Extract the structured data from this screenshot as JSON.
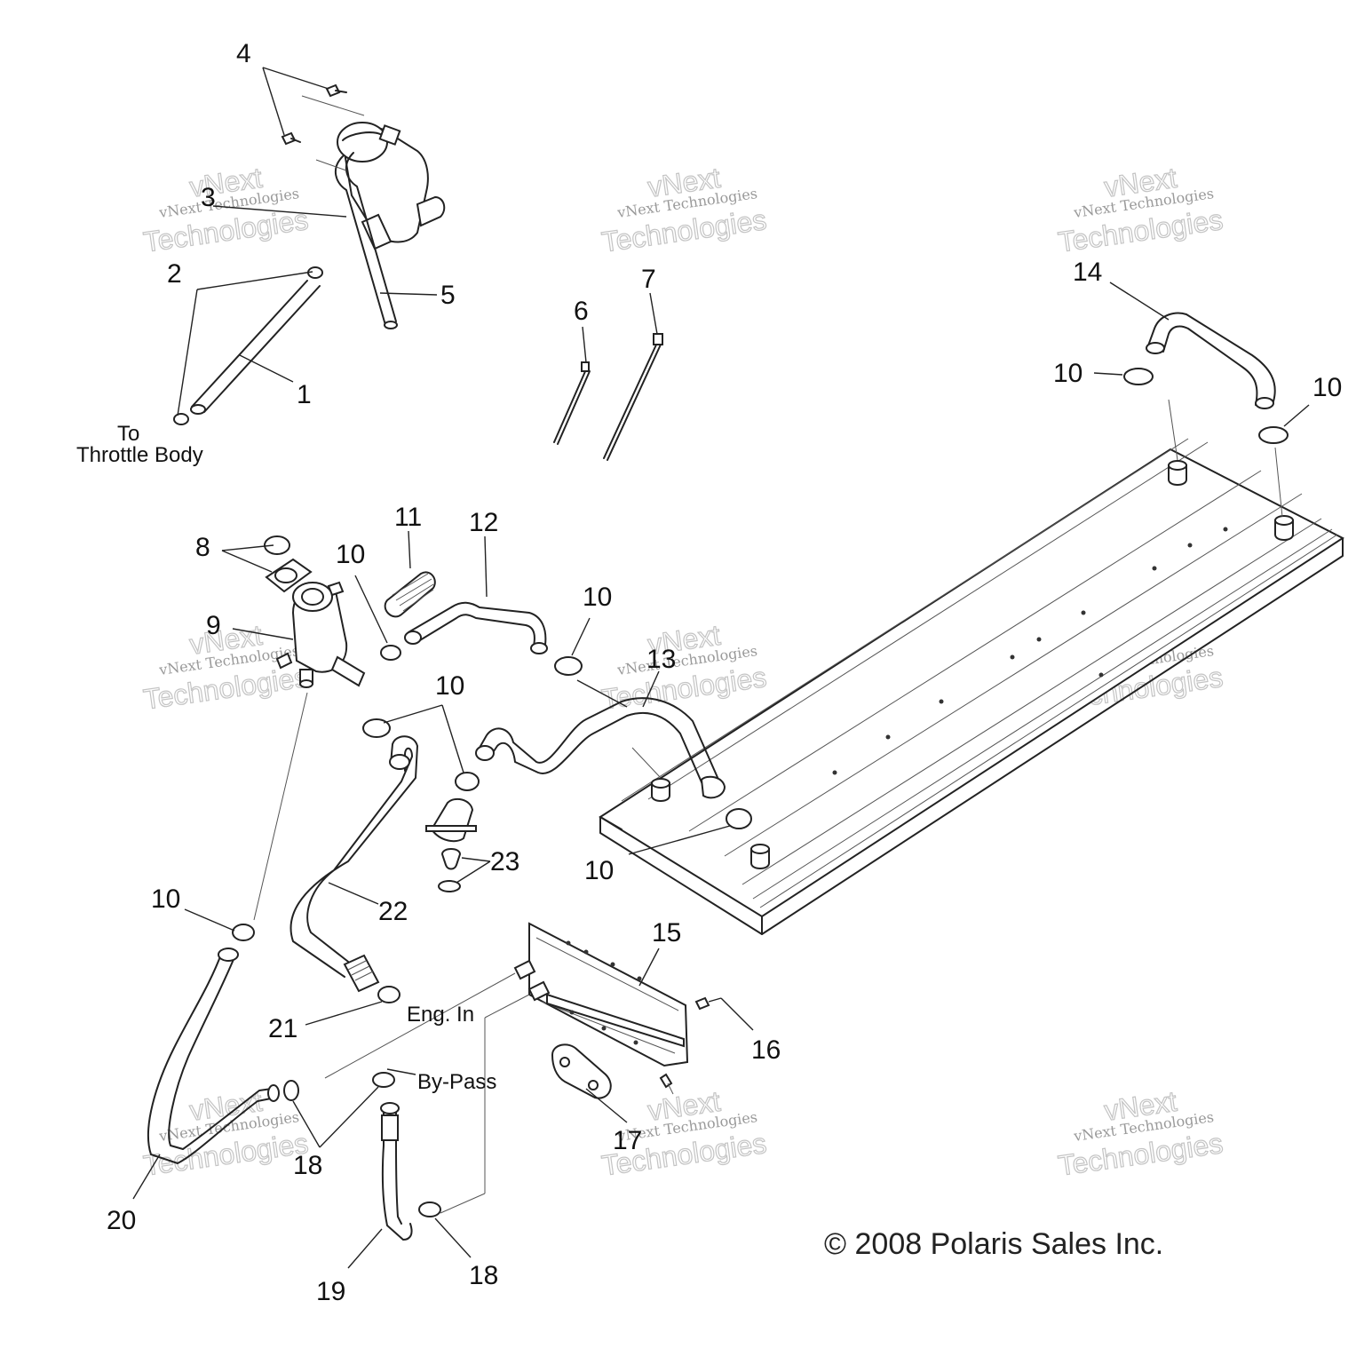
{
  "callouts": {
    "c1": "1",
    "c2": "2",
    "c3": "3",
    "c4": "4",
    "c5": "5",
    "c6": "6",
    "c7": "7",
    "c8": "8",
    "c9": "9",
    "c11": "11",
    "c12": "12",
    "c13": "13",
    "c14": "14",
    "c15": "15",
    "c16": "16",
    "c17": "17",
    "c19": "19",
    "c20": "20",
    "c21": "21",
    "c22": "22",
    "c23": "23",
    "c10": "10",
    "c18": "18"
  },
  "labels": {
    "to_line1": "To",
    "to_line2": "Throttle Body",
    "eng_in": "Eng. In",
    "bypass": "By-Pass"
  },
  "copyright": "© 2008 Polaris Sales Inc.",
  "watermark": {
    "line1": "vNext Technologies",
    "line2": "vNext",
    "line3": "Technologies"
  },
  "colors": {
    "ink": "#222222",
    "watermark": "#9a9a9a"
  }
}
